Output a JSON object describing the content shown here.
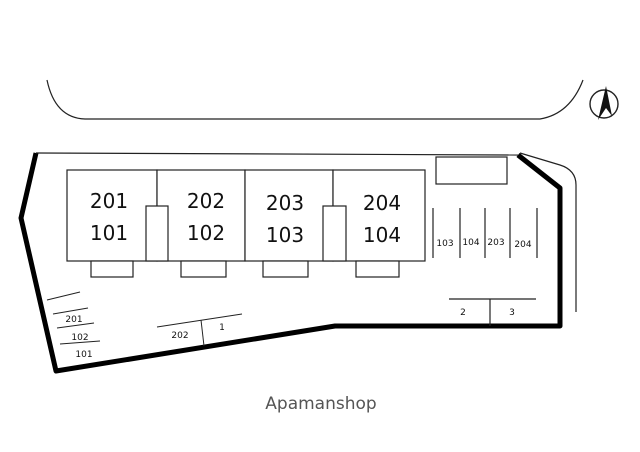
{
  "units": {
    "b1_upper": "201",
    "b1_lower": "101",
    "b2_upper": "202",
    "b2_lower": "102",
    "b3_upper": "203",
    "b3_lower": "103",
    "b4_upper": "204",
    "b4_lower": "104"
  },
  "parking_right": [
    "103",
    "104",
    "203",
    "204"
  ],
  "parking_bottom_right": [
    "2",
    "3"
  ],
  "parking_bottom_mid": [
    "202",
    "1"
  ],
  "parking_left": [
    "201",
    "102",
    "101"
  ],
  "watermark": "Apamanshop",
  "icons": {
    "north": "north-arrow-icon"
  }
}
